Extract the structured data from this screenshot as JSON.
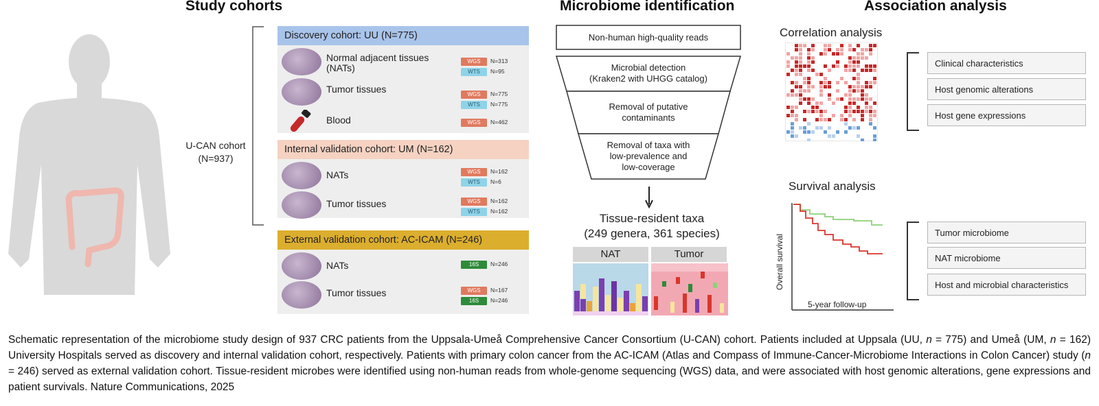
{
  "sections": {
    "study_cohorts": "Study cohorts",
    "microbiome_identification": "Microbiome identification",
    "association_analysis": "Association analysis"
  },
  "ucan": {
    "label": "U-CAN cohort",
    "n": "(N=937)"
  },
  "discovery": {
    "header": "Discovery cohort: UU (N=775)",
    "color": "#a9c4ea",
    "items": [
      {
        "label": "Normal adjacent tissues (NATs)",
        "tags": [
          {
            "type": "WGS",
            "n": "N=313"
          },
          {
            "type": "WTS",
            "n": "N=95"
          }
        ]
      },
      {
        "label": "Tumor tissues",
        "tags": [
          {
            "type": "WGS",
            "n": "N=775"
          },
          {
            "type": "WTS",
            "n": "N=775"
          }
        ]
      },
      {
        "label": "Blood",
        "tags": [
          {
            "type": "WGS",
            "n": "N=462"
          }
        ]
      }
    ]
  },
  "internal": {
    "header": "Internal validation cohort: UM (N=162)",
    "color": "#f5d2c2",
    "items": [
      {
        "label": "NATs",
        "tags": [
          {
            "type": "WGS",
            "n": "N=162"
          },
          {
            "type": "WTS",
            "n": "N=6"
          }
        ]
      },
      {
        "label": "Tumor tissues",
        "tags": [
          {
            "type": "WGS",
            "n": "N=162"
          },
          {
            "type": "WTS",
            "n": "N=162"
          }
        ]
      }
    ]
  },
  "external": {
    "header": "External validation cohort: AC-ICAM (N=246)",
    "color": "#dcae2e",
    "items": [
      {
        "label": "NATs",
        "tags": [
          {
            "type": "16S",
            "n": "N=246"
          }
        ]
      },
      {
        "label": "Tumor tissues",
        "tags": [
          {
            "type": "WGS",
            "n": "N=167"
          },
          {
            "type": "16S",
            "n": "N=246"
          }
        ]
      }
    ]
  },
  "pipeline": {
    "step1": "Non-human high-quality reads",
    "step2_line1": "Microbial detection",
    "step2_line2": "(Kraken2 with UHGG catalog)",
    "step3_line1": "Removal of putative",
    "step3_line2": "contaminants",
    "step4_line1": "Removal of taxa with",
    "step4_line2": "low-prevalence and",
    "step4_line3": "low-coverage",
    "result_line1": "Tissue-resident taxa",
    "result_line2": "(249 genera, 361 species)",
    "nat_label": "NAT",
    "tumor_label": "Tumor"
  },
  "association": {
    "correlation_title": "Correlation analysis",
    "correlation_items": [
      "Clinical characteristics",
      "Host genomic alterations",
      "Host gene expressions"
    ],
    "survival_title": "Survival analysis",
    "survival_y": "Overall survival",
    "survival_x": "5-year follow-up",
    "survival_items": [
      "Tumor microbiome",
      "NAT microbiome",
      "Host and microbial characteristics"
    ]
  },
  "caption": {
    "p1": "Schematic representation of the microbiome study design of 937 CRC patients from the Uppsala-Umeå Comprehensive Cancer Consortium (U-CAN) cohort. Patients included at Uppsala (UU, ",
    "n1_eq": " = 775) and Umeå (UM, ",
    "n2_eq": " = 162) University Hospitals served as discovery and internal validation cohort, respectively. Patients with primary colon cancer from the AC-ICAM (Atlas and Compass of Immune-Cancer-Microbiome Interactions in Colon Cancer) study (",
    "n3_eq": " = 246) served as external validation cohort. Tissue-resident microbes were identified using non-human reads from whole-genome sequencing (WGS) data, and were associated with host genomic alterations, gene expressions and patient survivals. Nature Communications, 2025",
    "n_symbol": "n"
  },
  "colors": {
    "discovery": "#a9c4ea",
    "internal": "#f5d2c2",
    "external": "#dcae2e",
    "wgs": "#e07a5f",
    "wts": "#8fd3e8",
    "s16": "#2e8b3a",
    "km_green": "#8fd07a",
    "km_red": "#d9362b"
  }
}
